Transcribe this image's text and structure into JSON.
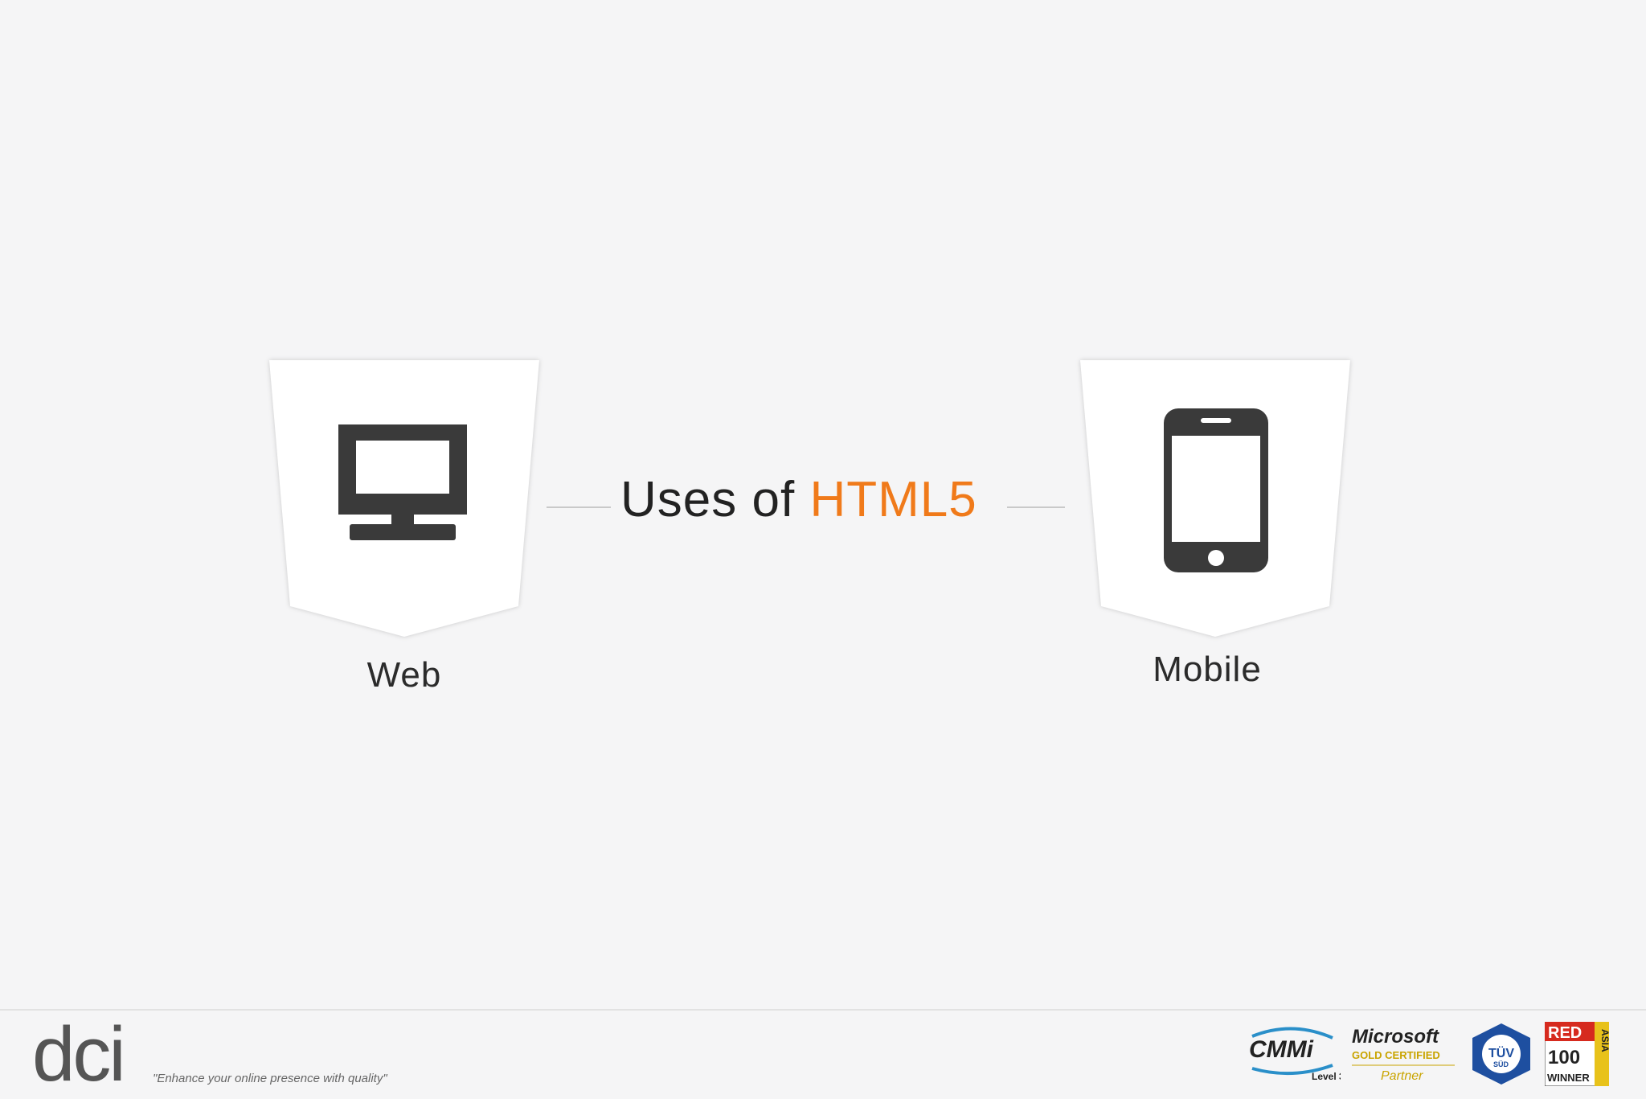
{
  "title": {
    "prefix": "Uses of",
    "highlight": "HTML5"
  },
  "web": {
    "label": "Web",
    "icon": "desktop-monitor-icon"
  },
  "mobile": {
    "label": "Mobile",
    "icon": "smartphone-icon"
  },
  "footer": {
    "logo_text": "dci",
    "tagline": "\"Enhance your online presence with quality\"",
    "badges": [
      {
        "icon": "cmmi-level3-badge-icon",
        "text": "CMMi",
        "sub": "Level 3"
      },
      {
        "icon": "microsoft-gold-partner-badge-icon",
        "text": "Microsoft",
        "sub": "GOLD CERTIFIED",
        "sub2": "Partner"
      },
      {
        "icon": "tuv-sud-badge-icon",
        "text": "TÜV",
        "sub": "SÜD"
      },
      {
        "icon": "red-herring-asia-100-badge-icon",
        "text": "RED",
        "sub": "100",
        "sub2": "WINNER",
        "side": "ASIA"
      }
    ]
  },
  "colors": {
    "accent": "#f07a1a",
    "icon": "#3a3a3a",
    "background": "#f5f5f6"
  }
}
